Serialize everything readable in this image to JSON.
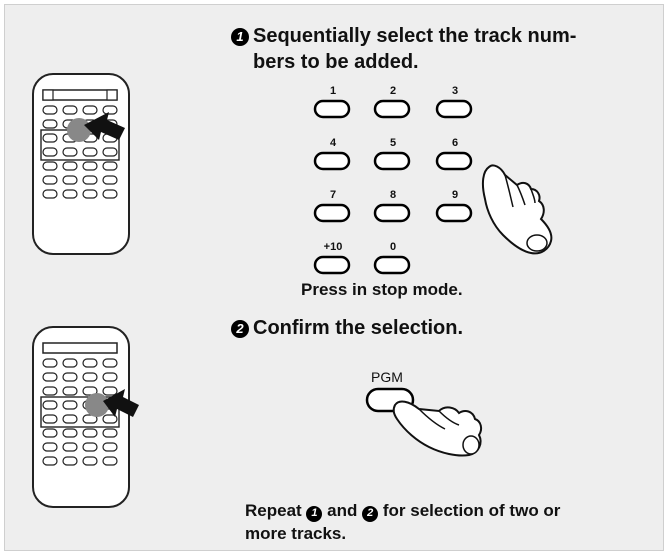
{
  "step1": {
    "number": "1",
    "text_line1": "Sequentially select the track num-",
    "text_line2": "bers to be added."
  },
  "keypad": {
    "keys": [
      {
        "label": "1"
      },
      {
        "label": "2"
      },
      {
        "label": "3"
      },
      {
        "label": "4"
      },
      {
        "label": "5"
      },
      {
        "label": "6"
      },
      {
        "label": "7"
      },
      {
        "label": "8"
      },
      {
        "label": "9"
      },
      {
        "label": "+10"
      },
      {
        "label": "0"
      }
    ]
  },
  "stop_mode_caption": "Press in stop mode.",
  "step2": {
    "number": "2",
    "text": "Confirm the selection."
  },
  "pgm_key": {
    "label": "PGM"
  },
  "footer": {
    "prefix": "Repeat",
    "num1": "1",
    "middle": "and",
    "num2": "2",
    "suffix_line1": "for selection of two or",
    "suffix_line2": "more tracks."
  },
  "icons": {
    "remote_top": "remote-control-icon",
    "remote_bottom": "remote-control-icon",
    "hand_top": "pressing-hand-icon",
    "hand_bottom": "pressing-hand-icon"
  }
}
